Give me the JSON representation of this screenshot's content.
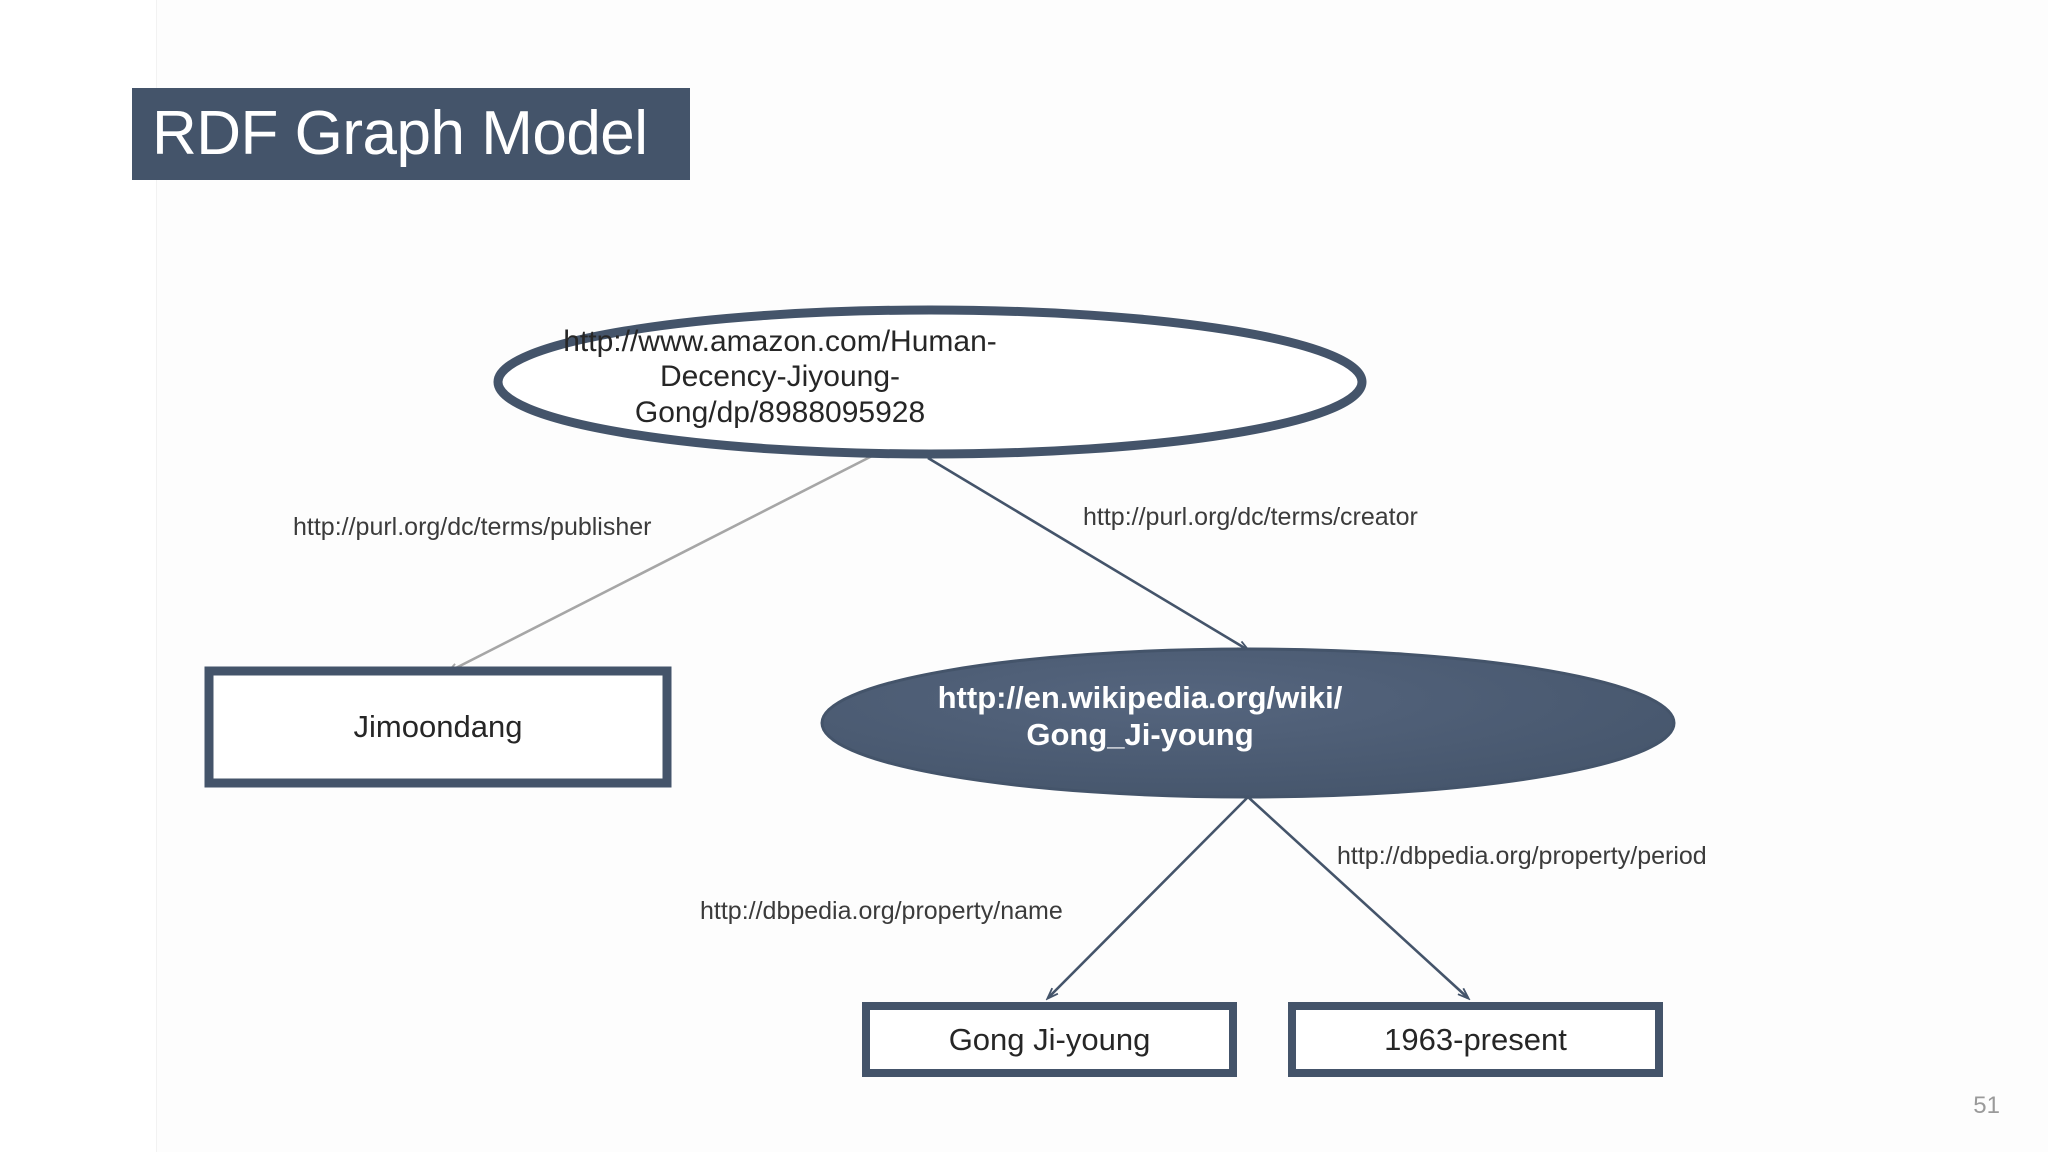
{
  "slide": {
    "title": "RDF Graph Model",
    "page_number": "51",
    "background_color": "#ffffff",
    "accent_color": "#44546a"
  },
  "graph": {
    "nodes": [
      {
        "id": "amazon-resource",
        "shape": "ellipse",
        "style": "outline",
        "label": "http://www.amazon.com/Human-\nDecency-Jiyoung-\nGong/dp/8988095928",
        "text_color": "#262626",
        "stroke_color": "#44546a",
        "fill_color": "#ffffff"
      },
      {
        "id": "jimoondang-literal",
        "shape": "rectangle",
        "style": "outline",
        "label": "Jimoondang",
        "text_color": "#262626",
        "stroke_color": "#44546a",
        "fill_color": "#ffffff"
      },
      {
        "id": "wikipedia-resource",
        "shape": "ellipse",
        "style": "filled",
        "label": "http://en.wikipedia.org/wiki/\nGong_Ji-young",
        "text_color": "#ffffff",
        "stroke_color": "#44546a",
        "fill_color": "#4a5a72"
      },
      {
        "id": "name-literal",
        "shape": "rectangle",
        "style": "outline",
        "label": "Gong Ji-young",
        "text_color": "#262626",
        "stroke_color": "#44546a",
        "fill_color": "#ffffff"
      },
      {
        "id": "period-literal",
        "shape": "rectangle",
        "style": "outline",
        "label": "1963-present",
        "text_color": "#262626",
        "stroke_color": "#44546a",
        "fill_color": "#ffffff"
      }
    ],
    "edges": [
      {
        "id": "publisher",
        "label": "http://purl.org/dc/terms/publisher",
        "from": "amazon-resource",
        "to": "jimoondang-literal",
        "color": "#a6a6a6"
      },
      {
        "id": "creator",
        "label": "http://purl.org/dc/terms/creator",
        "from": "amazon-resource",
        "to": "wikipedia-resource",
        "color": "#44546a"
      },
      {
        "id": "name",
        "label": "http://dbpedia.org/property/name",
        "from": "wikipedia-resource",
        "to": "name-literal",
        "color": "#44546a"
      },
      {
        "id": "period",
        "label": "http://dbpedia.org/property/period",
        "from": "wikipedia-resource",
        "to": "period-literal",
        "color": "#44546a"
      }
    ]
  }
}
